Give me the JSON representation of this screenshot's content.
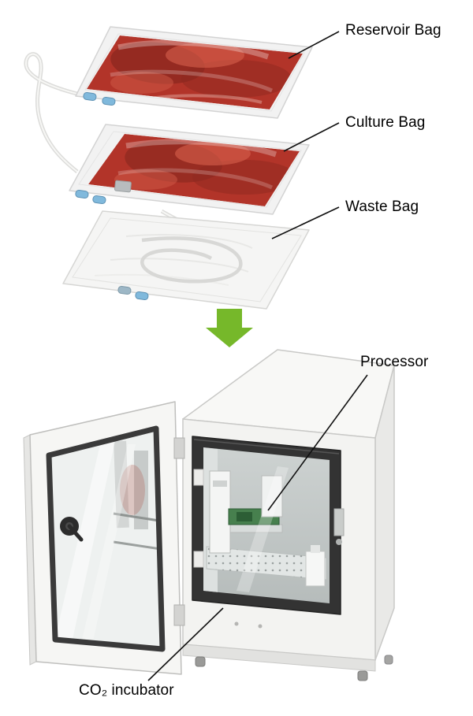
{
  "labels": {
    "reservoir_bag": "Reservoir Bag",
    "culture_bag": "Culture Bag",
    "waste_bag": "Waste Bag",
    "processor": "Processor",
    "incubator": "CO₂ incubator"
  },
  "colors": {
    "arrow": "#76b82a",
    "blood_red": "#b23429",
    "text": "#000000"
  }
}
